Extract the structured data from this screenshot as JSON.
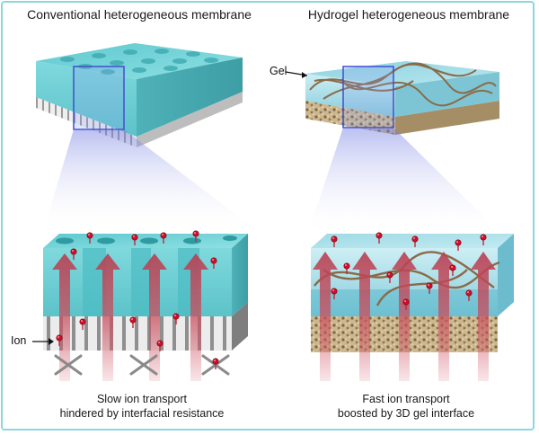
{
  "left_panel": {
    "title": "Conventional heterogeneous membrane",
    "caption_line1": "Slow ion transport",
    "caption_line2": "hindered by interfacial resistance",
    "ion_label": "Ion"
  },
  "right_panel": {
    "title": "Hydrogel heterogeneous membrane",
    "caption_line1": "Fast ion transport",
    "caption_line2": "boosted by 3D gel interface",
    "gel_label": "Gel"
  },
  "colors": {
    "membrane_teal": "#6fd3d8",
    "gel_blue": "#9ad8e6",
    "arrow_red": "#c8505f",
    "ion_red": "#d0102a",
    "support_beige": "#c9b48e",
    "frame_border": "#8fd6dc"
  }
}
